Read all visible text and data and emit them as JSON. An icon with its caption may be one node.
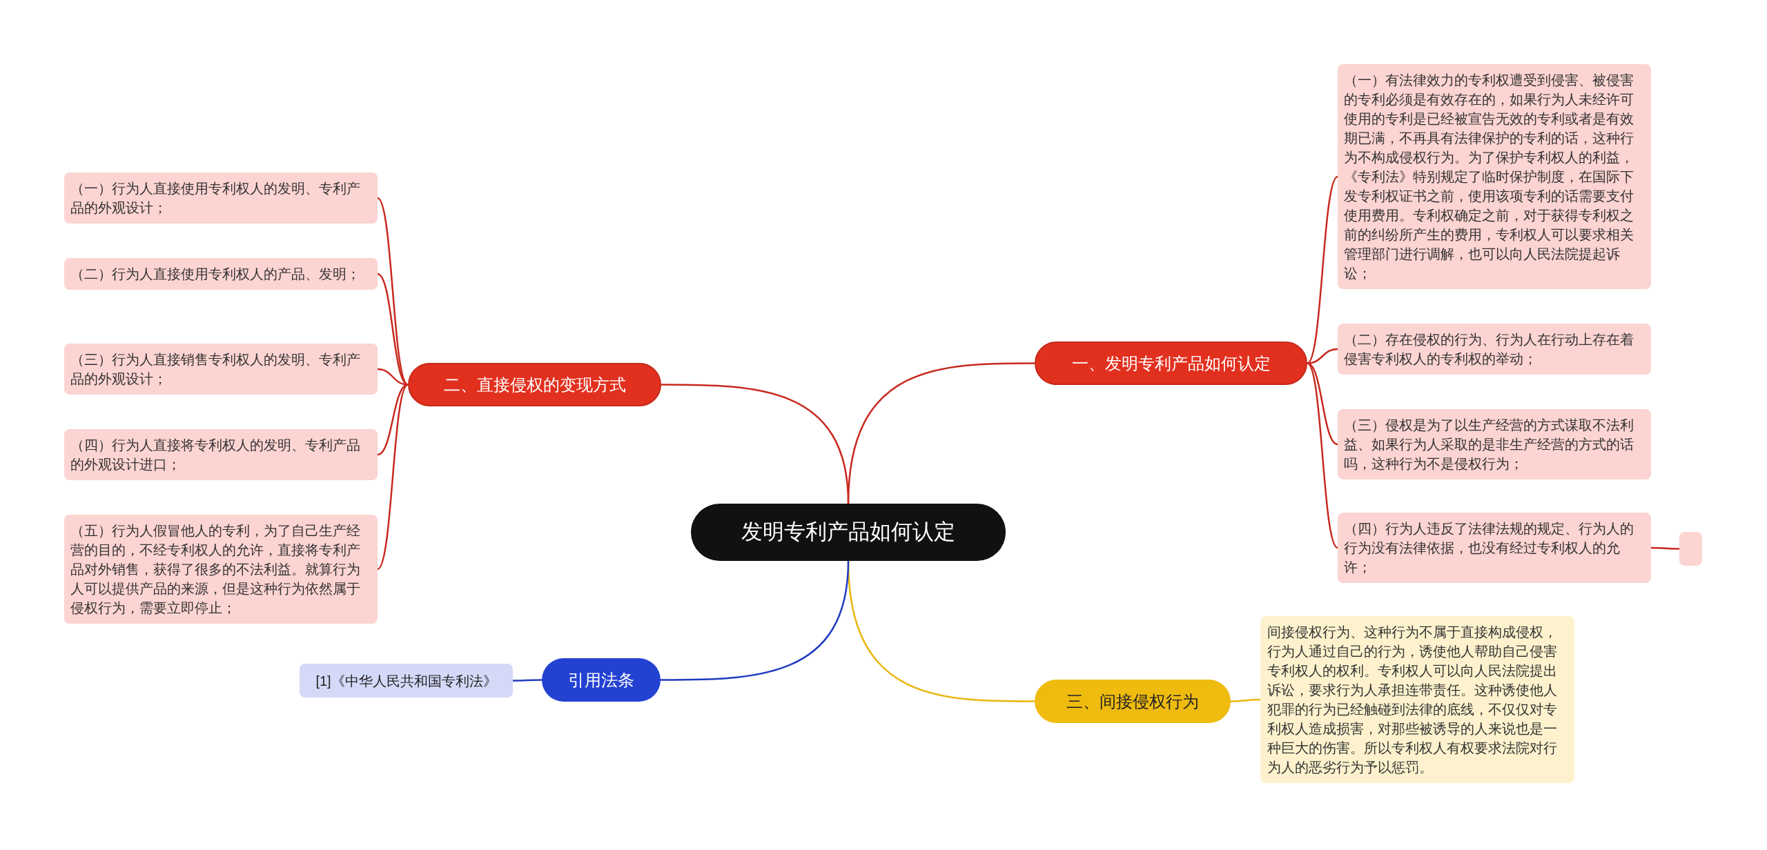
{
  "diagram": {
    "nodes": [
      {
        "text": [
          "发明专利产品如何认定"
        ]
      },
      {
        "text": [
          "一、发明专利产品如何认定"
        ]
      },
      {
        "text": [
          "（一）有法律效力的专利权遭受到侵害、被侵害的专利必须是有效存在的，如果行为人未经许可使用的专利是已经被宣告无效的专利或者是有效期已满，不再具有法律保护的专利的话，这种行为不构成侵权行为。为了保护专利权人的利益，《专利法》特别规定了临时保护制度，在国际下发专利权证书之前，使用该项专利的话需要支付使用费用。专利权确定之前，对于获得专利权之前的纠纷所产生的费用，专利权人可以要求相关管理部门进行调解，也可以向人民法院提起诉讼；"
        ]
      },
      {
        "text": [
          "（二）存在侵权的行为、行为人在行动上存在着侵害专利权人的专利权的举动；"
        ]
      },
      {
        "text": [
          "（三）侵权是为了以生产经营的方式谋取不法利益、如果行为人采取的是非生产经营的方式的话吗，这种行为不是侵权行为；"
        ]
      },
      {
        "text": [
          "（四）行为人违反了法律法规的规定、行为人的行为没有法律依据，也没有经过专利权人的允许；"
        ]
      },
      {
        "text": [],
        "shape": "box"
      },
      {
        "text": [
          "二、直接侵权的变现方式"
        ]
      },
      {
        "text": [
          "（一）行为人直接使用专利权人的发明、专利产品的外观设计；"
        ]
      },
      {
        "text": [
          "（二）行为人直接使用专利权人的产品、发明；"
        ]
      },
      {
        "text": [
          "（三）行为人直接销售专利权人的发明、专利产品的外观设计；"
        ]
      },
      {
        "text": [
          "（四）行为人直接将专利权人的发明、专利产品的外观设计进口；"
        ]
      },
      {
        "text": [
          "（五）行为人假冒他人的专利，为了自己生产经营的目的，不经专利权人的允许，直接将专利产品对外销售，获得了很多的不法利益。就算行为人可以提供产品的来源，但是这种行为依然属于侵权行为，需要立即停止；"
        ]
      },
      {
        "text": [
          "三、间接侵权行为"
        ]
      },
      {
        "text": [
          "间接侵权行为、这种行为不属于直接构成侵权，行为人通过自己的行为，诱使他人帮助自己侵害专利权人的权利。专利权人可以向人民法院提出诉讼，要求行为人承担连带责任。这种诱使他人犯罪的行为已经触碰到法律的底线，不仅仅对专利权人造成损害，对那些被诱导的人来说也是一种巨大的伤害。所以专利权人有权要求法院对行为人的恶劣行为予以惩罚。"
        ]
      },
      {
        "text": [
          "引用法条"
        ]
      },
      {
        "text": [
          "[1]《中华人民共和国专利法》"
        ]
      }
    ],
    "edges": [
      {
        "from": 0,
        "to": 1,
        "arrow": "none"
      },
      {
        "from": 1,
        "to": 2,
        "arrow": "none"
      },
      {
        "from": 1,
        "to": 3,
        "arrow": "none"
      },
      {
        "from": 1,
        "to": 4,
        "arrow": "none"
      },
      {
        "from": 1,
        "to": 5,
        "arrow": "none"
      },
      {
        "from": 5,
        "to": 6,
        "arrow": "none"
      },
      {
        "from": 0,
        "to": 7,
        "arrow": "none"
      },
      {
        "from": 7,
        "to": 8,
        "arrow": "none"
      },
      {
        "from": 7,
        "to": 9,
        "arrow": "none"
      },
      {
        "from": 7,
        "to": 10,
        "arrow": "none"
      },
      {
        "from": 7,
        "to": 11,
        "arrow": "none"
      },
      {
        "from": 7,
        "to": 12,
        "arrow": "none"
      },
      {
        "from": 0,
        "to": 13,
        "arrow": "none",
        "color": "#e9b50d"
      },
      {
        "from": 13,
        "to": 14,
        "arrow": "none",
        "color": "#e9b50d"
      },
      {
        "from": 0,
        "to": 15,
        "arrow": "none",
        "color": "#1f3bbf"
      },
      {
        "from": 15,
        "to": 16,
        "arrow": "none",
        "color": "#1f3bbf"
      }
    ]
  }
}
